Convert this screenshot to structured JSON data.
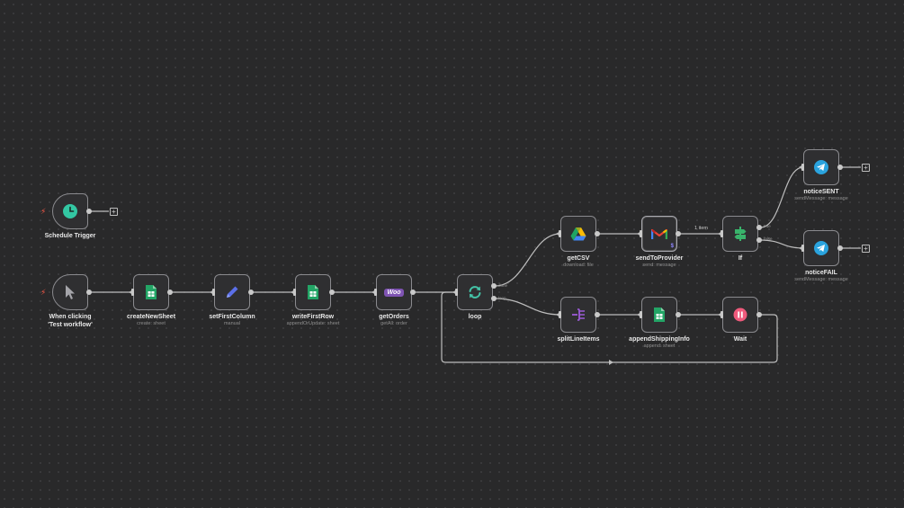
{
  "nodes": {
    "schedule_trigger": {
      "label": "Schedule Trigger",
      "icon": "clock-icon",
      "color": "#33c7a3"
    },
    "manual_trigger": {
      "label": "When clicking 'Test workflow'",
      "icon": "cursor-icon",
      "color": "#9b9ba0"
    },
    "create_new_sheet": {
      "label": "createNewSheet",
      "sub": "create: sheet",
      "icon": "google-sheets-icon",
      "color": "#23a566"
    },
    "set_first_column": {
      "label": "setFirstColumn",
      "sub": "manual",
      "icon": "pencil-icon",
      "color": "#5b6fe8"
    },
    "write_first_row": {
      "label": "writeFirstRow",
      "sub": "appendOrUpdate: sheet",
      "icon": "google-sheets-icon",
      "color": "#23a566"
    },
    "get_orders": {
      "label": "getOrders",
      "sub": "getAll: order",
      "icon": "woocommerce-icon",
      "icon_text": "Woo",
      "color": "#7f54b3"
    },
    "loop": {
      "label": "loop",
      "icon": "loop-icon",
      "color": "#44c4a8"
    },
    "get_csv": {
      "label": "getCSV",
      "sub": "download: file",
      "icon": "google-drive-icon"
    },
    "send_to_provider": {
      "label": "sendToProvider",
      "sub": "send: message",
      "icon": "gmail-icon"
    },
    "if": {
      "label": "If",
      "icon": "if-icon",
      "color": "#39b36b"
    },
    "notice_sent": {
      "label": "noticeSENT",
      "sub": "sendMessage: message",
      "icon": "telegram-icon",
      "color": "#2aa3de"
    },
    "notice_fail": {
      "label": "noticeFAIL",
      "sub": "sendMessage: message",
      "icon": "telegram-icon",
      "color": "#2aa3de"
    },
    "split_line_items": {
      "label": "splitLineItems",
      "icon": "split-icon",
      "color": "#9b5bd6"
    },
    "append_shipping_info": {
      "label": "appendShippingInfo",
      "sub": "append: sheet",
      "icon": "google-sheets-icon",
      "color": "#23a566"
    },
    "wait": {
      "label": "Wait",
      "icon": "pause-icon",
      "color": "#ef5a7c"
    }
  },
  "edges": {
    "if_to_provider_label": "1 item",
    "loop_done": "done",
    "loop_loop": "loop",
    "if_true": "true",
    "if_false": "false"
  },
  "plus_glyph": "+",
  "bolt_glyph": "⚡"
}
